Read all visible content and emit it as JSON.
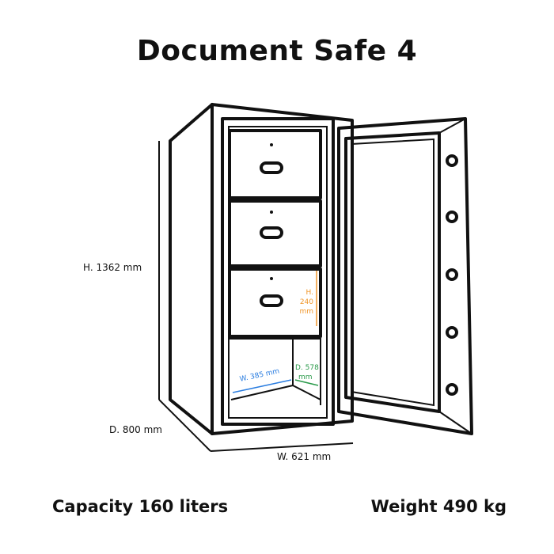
{
  "title": "Document Safe 4",
  "dimensions": {
    "height": "H. 1362 mm",
    "depth": "D. 800 mm",
    "width": "W. 621 mm"
  },
  "inner_dimensions": {
    "drawer_height": {
      "line1": "H. 240",
      "line2": "mm",
      "color": "#f0962a"
    },
    "inner_width": {
      "label": "W. 385 mm",
      "color": "#2a7de0"
    },
    "inner_depth": {
      "line1": "D. 578",
      "line2": "mm",
      "color": "#2a9a4a"
    }
  },
  "capacity": "Capacity 160 liters",
  "weight": "Weight 490 kg"
}
